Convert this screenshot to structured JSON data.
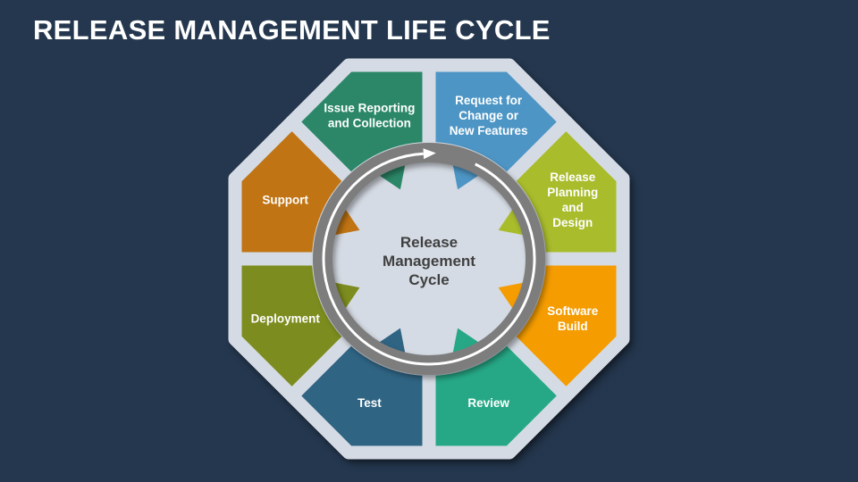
{
  "title": "RELEASE MANAGEMENT LIFE CYCLE",
  "diagram": {
    "center_label": {
      "text": "Release Management Cycle",
      "lines": [
        "Release",
        "Management",
        "Cycle"
      ]
    },
    "flow_direction": "clockwise",
    "colors": {
      "background": "#24374E",
      "octagon": "#D5DBE4",
      "ring": "#7D7D7D",
      "arrow": "#FFFFFF",
      "center_text": "#404040",
      "segment_text": "#FFFFFF"
    },
    "segments": [
      {
        "label": "Issue Reporting and Collection",
        "lines": [
          "Issue Reporting",
          "and Collection"
        ],
        "color": "#2B8768"
      },
      {
        "label": "Request for Change or New Features",
        "lines": [
          "Request for",
          "Change or",
          "New Features"
        ],
        "color": "#4D95C5"
      },
      {
        "label": "Release Planning and Design",
        "lines": [
          "Release",
          "Planning",
          "and",
          "Design"
        ],
        "color": "#A9BC2C"
      },
      {
        "label": "Software Build",
        "lines": [
          "Software",
          "Build"
        ],
        "color": "#F49C00"
      },
      {
        "label": "Review",
        "lines": [
          "Review"
        ],
        "color": "#26A886"
      },
      {
        "label": "Test",
        "lines": [
          "Test"
        ],
        "color": "#2F6483"
      },
      {
        "label": "Deployment",
        "lines": [
          "Deployment"
        ],
        "color": "#7D8C1E"
      },
      {
        "label": "Support",
        "lines": [
          "Support"
        ],
        "color": "#C07413"
      }
    ]
  }
}
